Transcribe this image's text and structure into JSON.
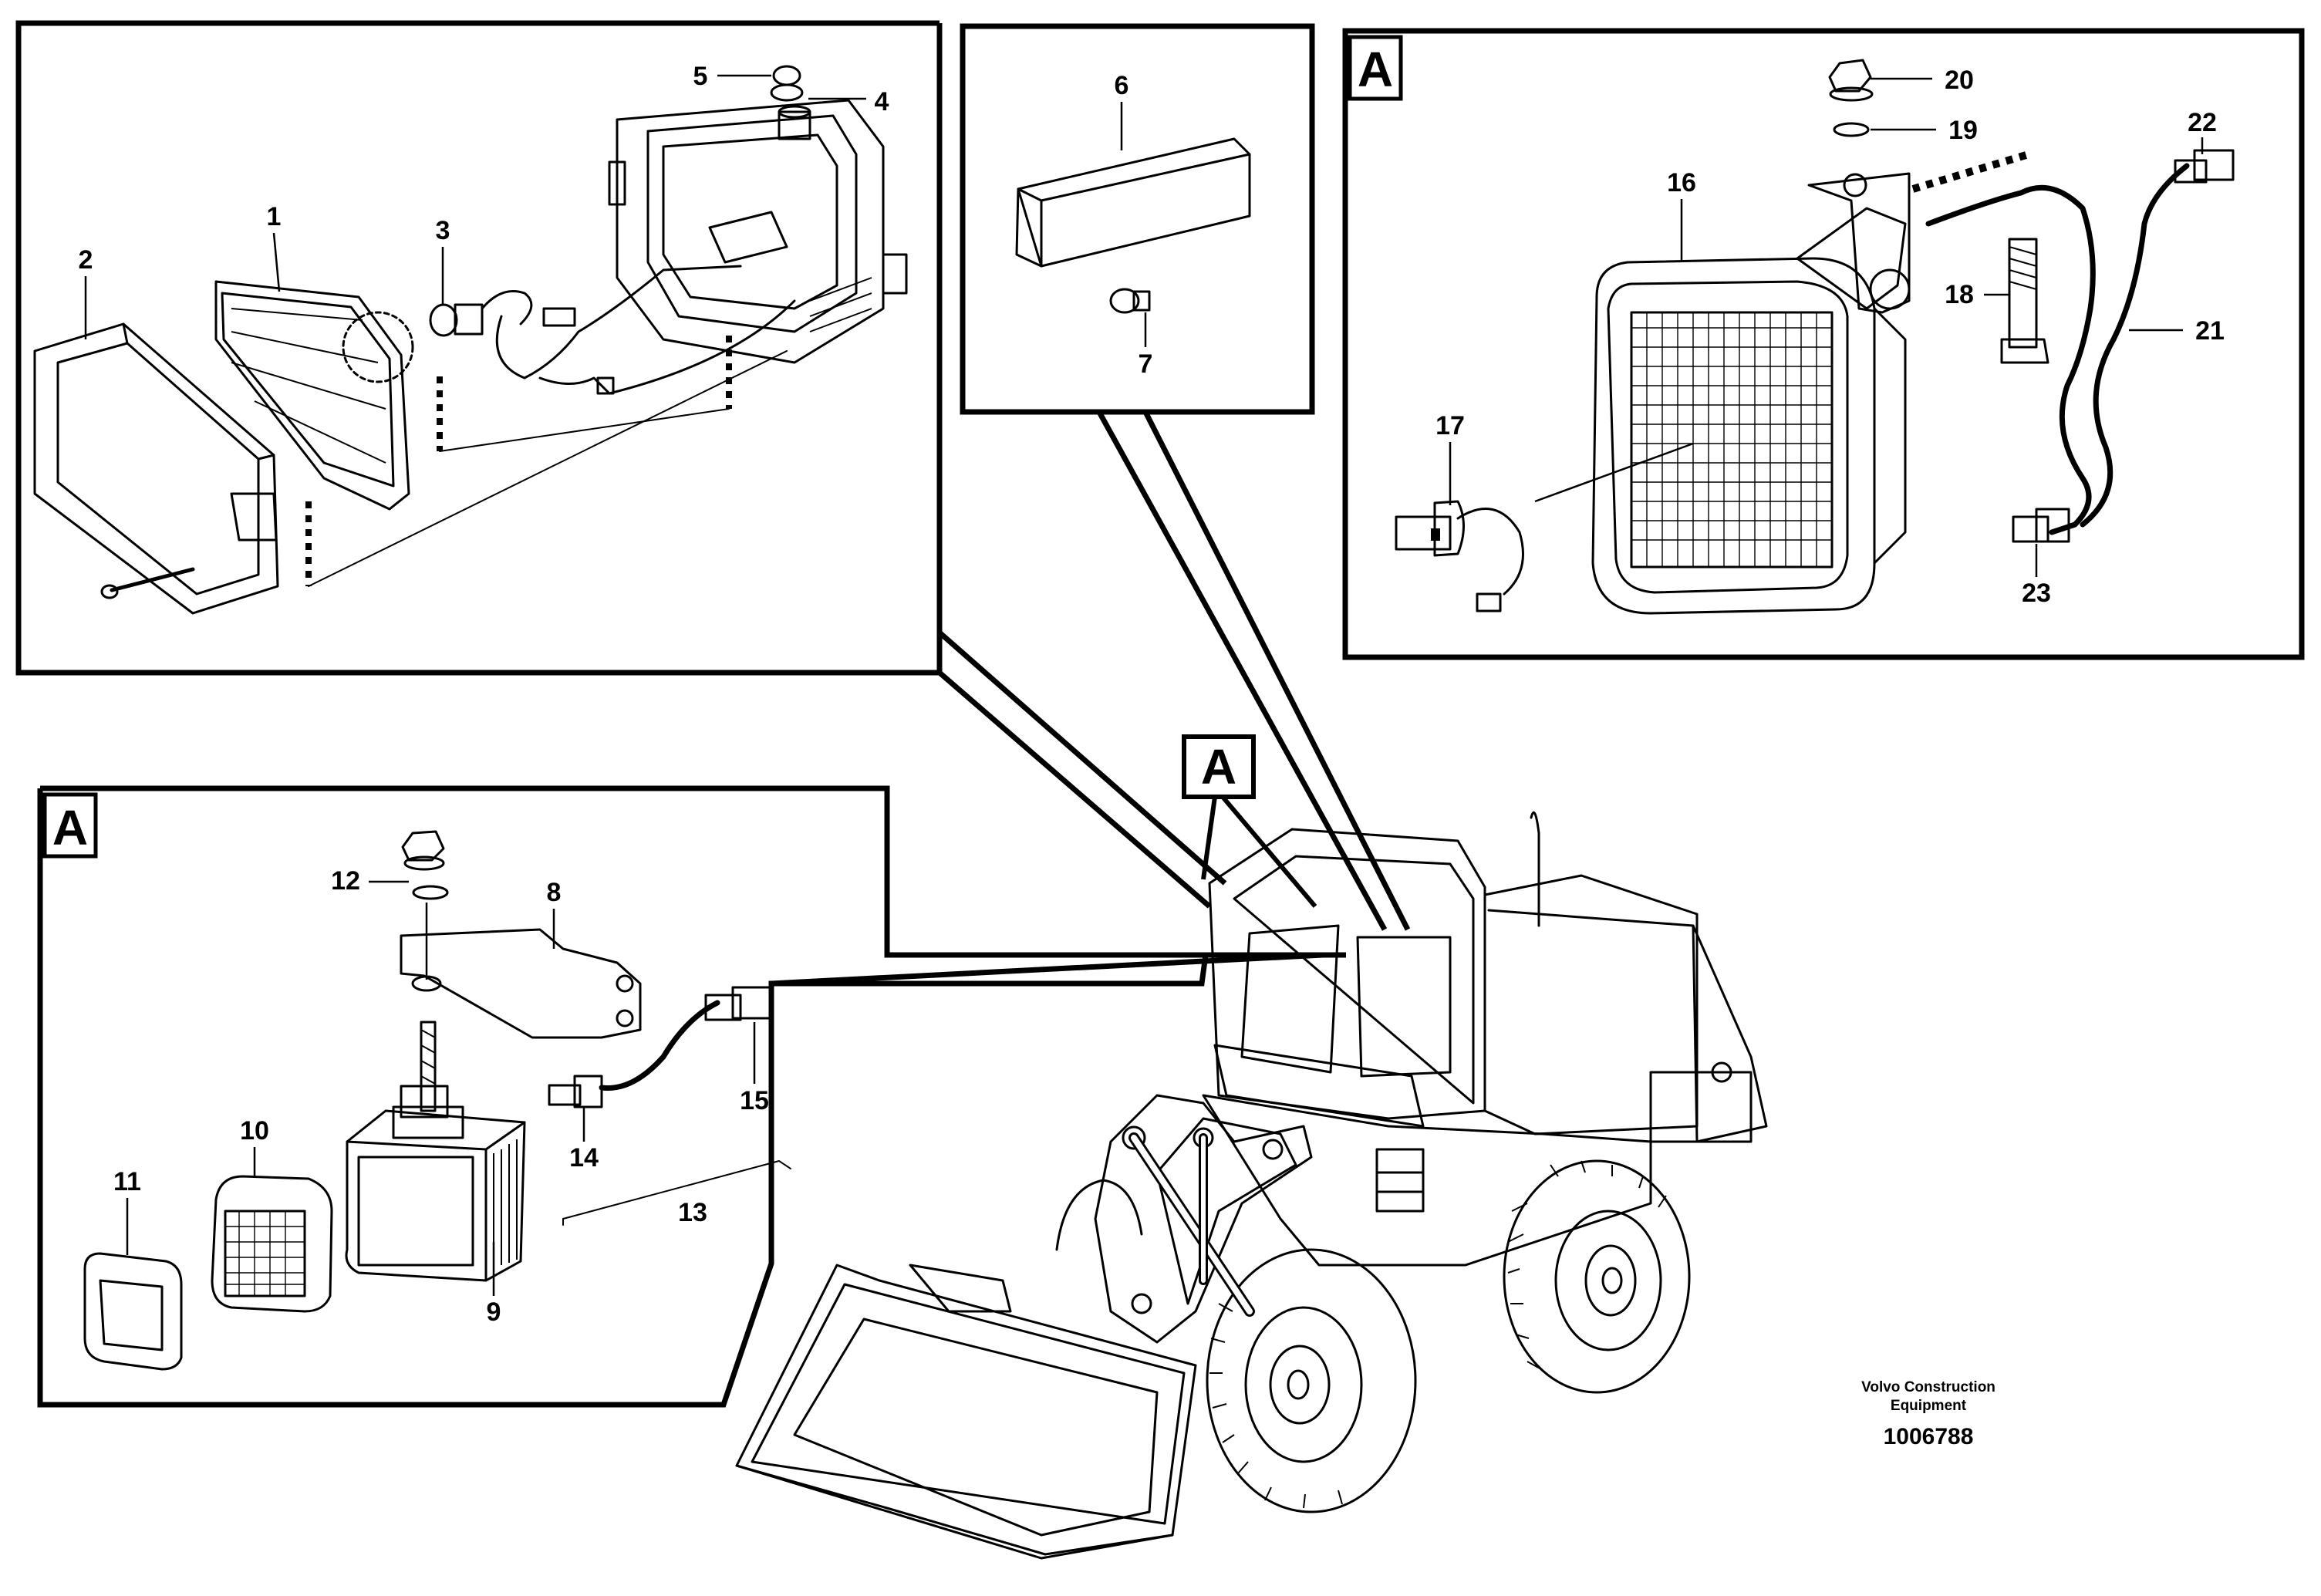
{
  "diagram": {
    "view_label": "A",
    "callouts": [
      "1",
      "2",
      "3",
      "4",
      "5",
      "6",
      "7",
      "8",
      "9",
      "10",
      "11",
      "12",
      "13",
      "14",
      "15",
      "16",
      "17",
      "18",
      "19",
      "20",
      "21",
      "22",
      "23"
    ]
  },
  "footer": {
    "company_line1": "Volvo Construction",
    "company_line2": "Equipment",
    "drawing_number": "1006788"
  }
}
